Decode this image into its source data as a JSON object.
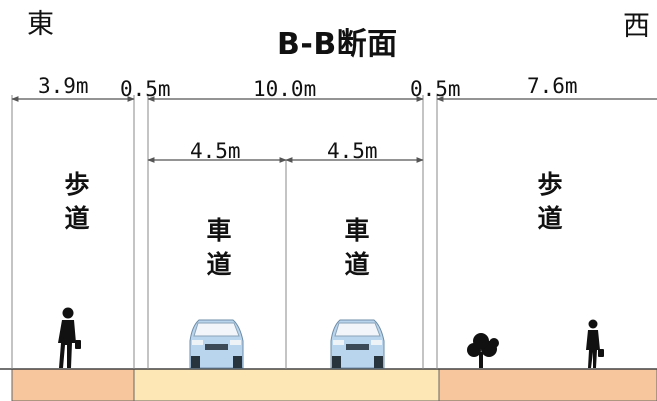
{
  "diagram": {
    "title": "B-B断面",
    "direction_left": "東",
    "direction_right": "西",
    "dimensions": {
      "total_left_sidewalk": "3.9m",
      "left_shoulder": "0.5m",
      "carriageway": "10.0m",
      "right_shoulder": "0.5m",
      "total_right_sidewalk": "7.6m",
      "lane_1": "4.5m",
      "lane_2": "4.5m"
    },
    "zones": {
      "left_sidewalk": "歩道",
      "lane_1": "車道",
      "lane_2": "車道",
      "right_sidewalk": "歩道"
    },
    "colors": {
      "sidewalk": "#f8c69c",
      "road": "#fde7b4",
      "line": "#555555"
    }
  }
}
